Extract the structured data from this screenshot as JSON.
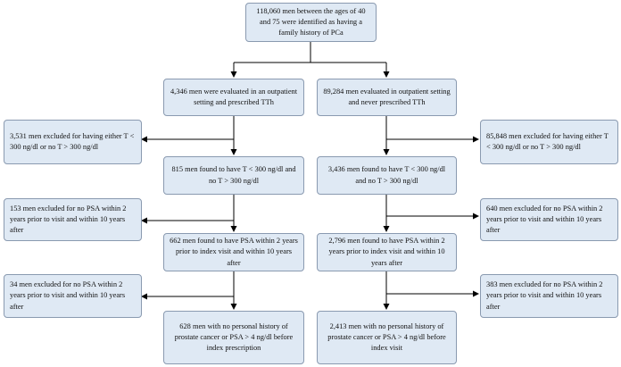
{
  "diagram": {
    "top": "118,060 men between the ages of 40 and 75 were identified as having a family history of PCa",
    "left_branch": {
      "evaluated": "4,346 men were evaluated in an outpatient setting and prescribed TTh",
      "excluded_t": "3,531 men excluded for having either T < 300 ng/dl or no T > 300 ng/dl",
      "t_found": "815 men found to have T < 300 ng/dl and no T > 300 ng/dl",
      "excluded_psa_1": "153 men excluded for no PSA within 2 years prior to visit and within 10 years after",
      "psa_found": "662 men found to have PSA within 2 years prior to index visit and within 10 years after",
      "excluded_psa_2": "34 men excluded for no PSA within 2 years prior to visit and within 10 years after",
      "final": "628 men with no personal history of prostate cancer or PSA > 4 ng/dl before index prescription"
    },
    "right_branch": {
      "evaluated": "89,284 men evaluated in outpatient setting and never prescribed TTh",
      "excluded_t": "85,848 men excluded for having either T < 300 ng/dl or no T > 300 ng/dl",
      "t_found": "3,436 men found to have T < 300 ng/dl and no T > 300 ng/dl",
      "excluded_psa_1": "640 men excluded for no PSA within 2 years prior to visit and within 10 years after",
      "psa_found": "2,796 men found to have PSA within 2 years prior to index visit and within 10 years after",
      "excluded_psa_2": "383 men excluded for no PSA within 2 years prior to visit and within 10 years after",
      "final": "2,413 men with no personal history of prostate cancer or PSA > 4 ng/dl before index visit"
    }
  }
}
